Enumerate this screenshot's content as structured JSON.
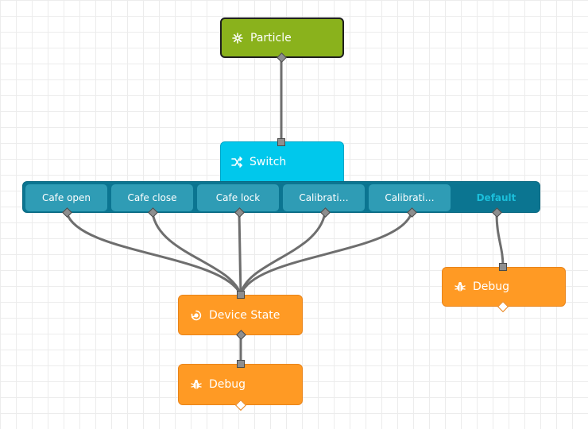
{
  "nodes": {
    "particle": {
      "label": "Particle",
      "icon": "sparkle-icon",
      "color": "#8ab21c"
    },
    "switch": {
      "label": "Switch",
      "icon": "shuffle-icon",
      "color": "#00c8ec"
    },
    "device_state": {
      "label": "Device State",
      "icon": "device-state-icon",
      "color": "#ff9a24"
    },
    "debug_main": {
      "label": "Debug",
      "icon": "bug-icon",
      "color": "#ff9a24"
    },
    "debug_default": {
      "label": "Debug",
      "icon": "bug-icon",
      "color": "#ff9a24"
    }
  },
  "switch_cases": [
    {
      "label": "Cafe open"
    },
    {
      "label": "Cafe close"
    },
    {
      "label": "Cafe lock"
    },
    {
      "label": "Calibrati…"
    },
    {
      "label": "Calibrati…"
    },
    {
      "label": "Default"
    }
  ],
  "colors": {
    "case_bar": "#0b7591",
    "case_button": "#2f9cb5",
    "default_text": "#1bbfdb",
    "wire": "#6e6e6e"
  }
}
